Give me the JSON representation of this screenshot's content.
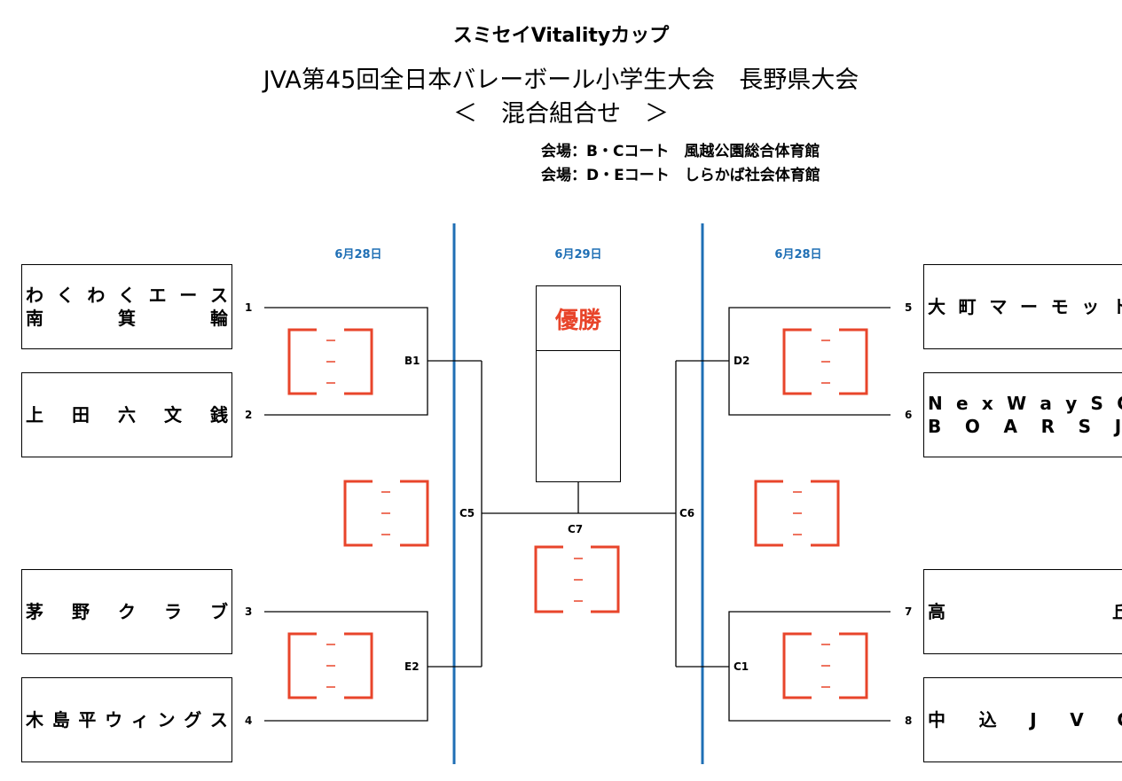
{
  "header": {
    "cup": "スミセイVitalityカップ",
    "main": "JVA第45回全日本バレーボール小学生大会　長野県大会",
    "section": "＜　混合組合せ　＞",
    "venue1": "会場：B・Cコート　風越公園総合体育館",
    "venue2": "会場：D・Eコート　しらかば社会体育館"
  },
  "dates": {
    "left": "6月28日",
    "center": "6月29日",
    "right": "6月28日"
  },
  "teams": {
    "t1": {
      "seed": "1",
      "lines": [
        [
          "わ",
          "く",
          "わ",
          "く",
          "エ",
          "ー",
          "ス"
        ],
        [
          "南",
          "箕",
          "輪"
        ]
      ]
    },
    "t2": {
      "seed": "2",
      "lines": [
        [
          "上",
          "田",
          "六",
          "文",
          "銭"
        ]
      ]
    },
    "t3": {
      "seed": "3",
      "lines": [
        [
          "茅",
          "野",
          "ク",
          "ラ",
          "ブ"
        ]
      ]
    },
    "t4": {
      "seed": "4",
      "lines": [
        [
          "木",
          "島",
          "平",
          "ウ",
          "ィ",
          "ン",
          "グ",
          "ス"
        ]
      ]
    },
    "t5": {
      "seed": "5",
      "lines": [
        [
          "大",
          "町",
          "マ",
          "ー",
          "モ",
          "ッ",
          "ト"
        ]
      ]
    },
    "t6": {
      "seed": "6",
      "lines": [
        [
          "N",
          "e",
          "x",
          "W",
          "a",
          "y",
          "S",
          "C"
        ],
        [
          "B",
          "O",
          "A",
          "R",
          "S",
          "Jr"
        ]
      ]
    },
    "t7": {
      "seed": "7",
      "lines": [
        [
          "高",
          "丘"
        ]
      ]
    },
    "t8": {
      "seed": "8",
      "lines": [
        [
          "中",
          "込",
          "J",
          "V",
          "C"
        ]
      ]
    }
  },
  "match_labels": {
    "b1": "B1",
    "e2": "E2",
    "c5": "C5",
    "d2": "D2",
    "c1": "C1",
    "c6": "C6",
    "c7": "C7"
  },
  "champion": "優勝",
  "colors": {
    "bracket_accent": "#e8452b",
    "divider": "#1f6fb5",
    "date_text": "#1f6fb5"
  }
}
